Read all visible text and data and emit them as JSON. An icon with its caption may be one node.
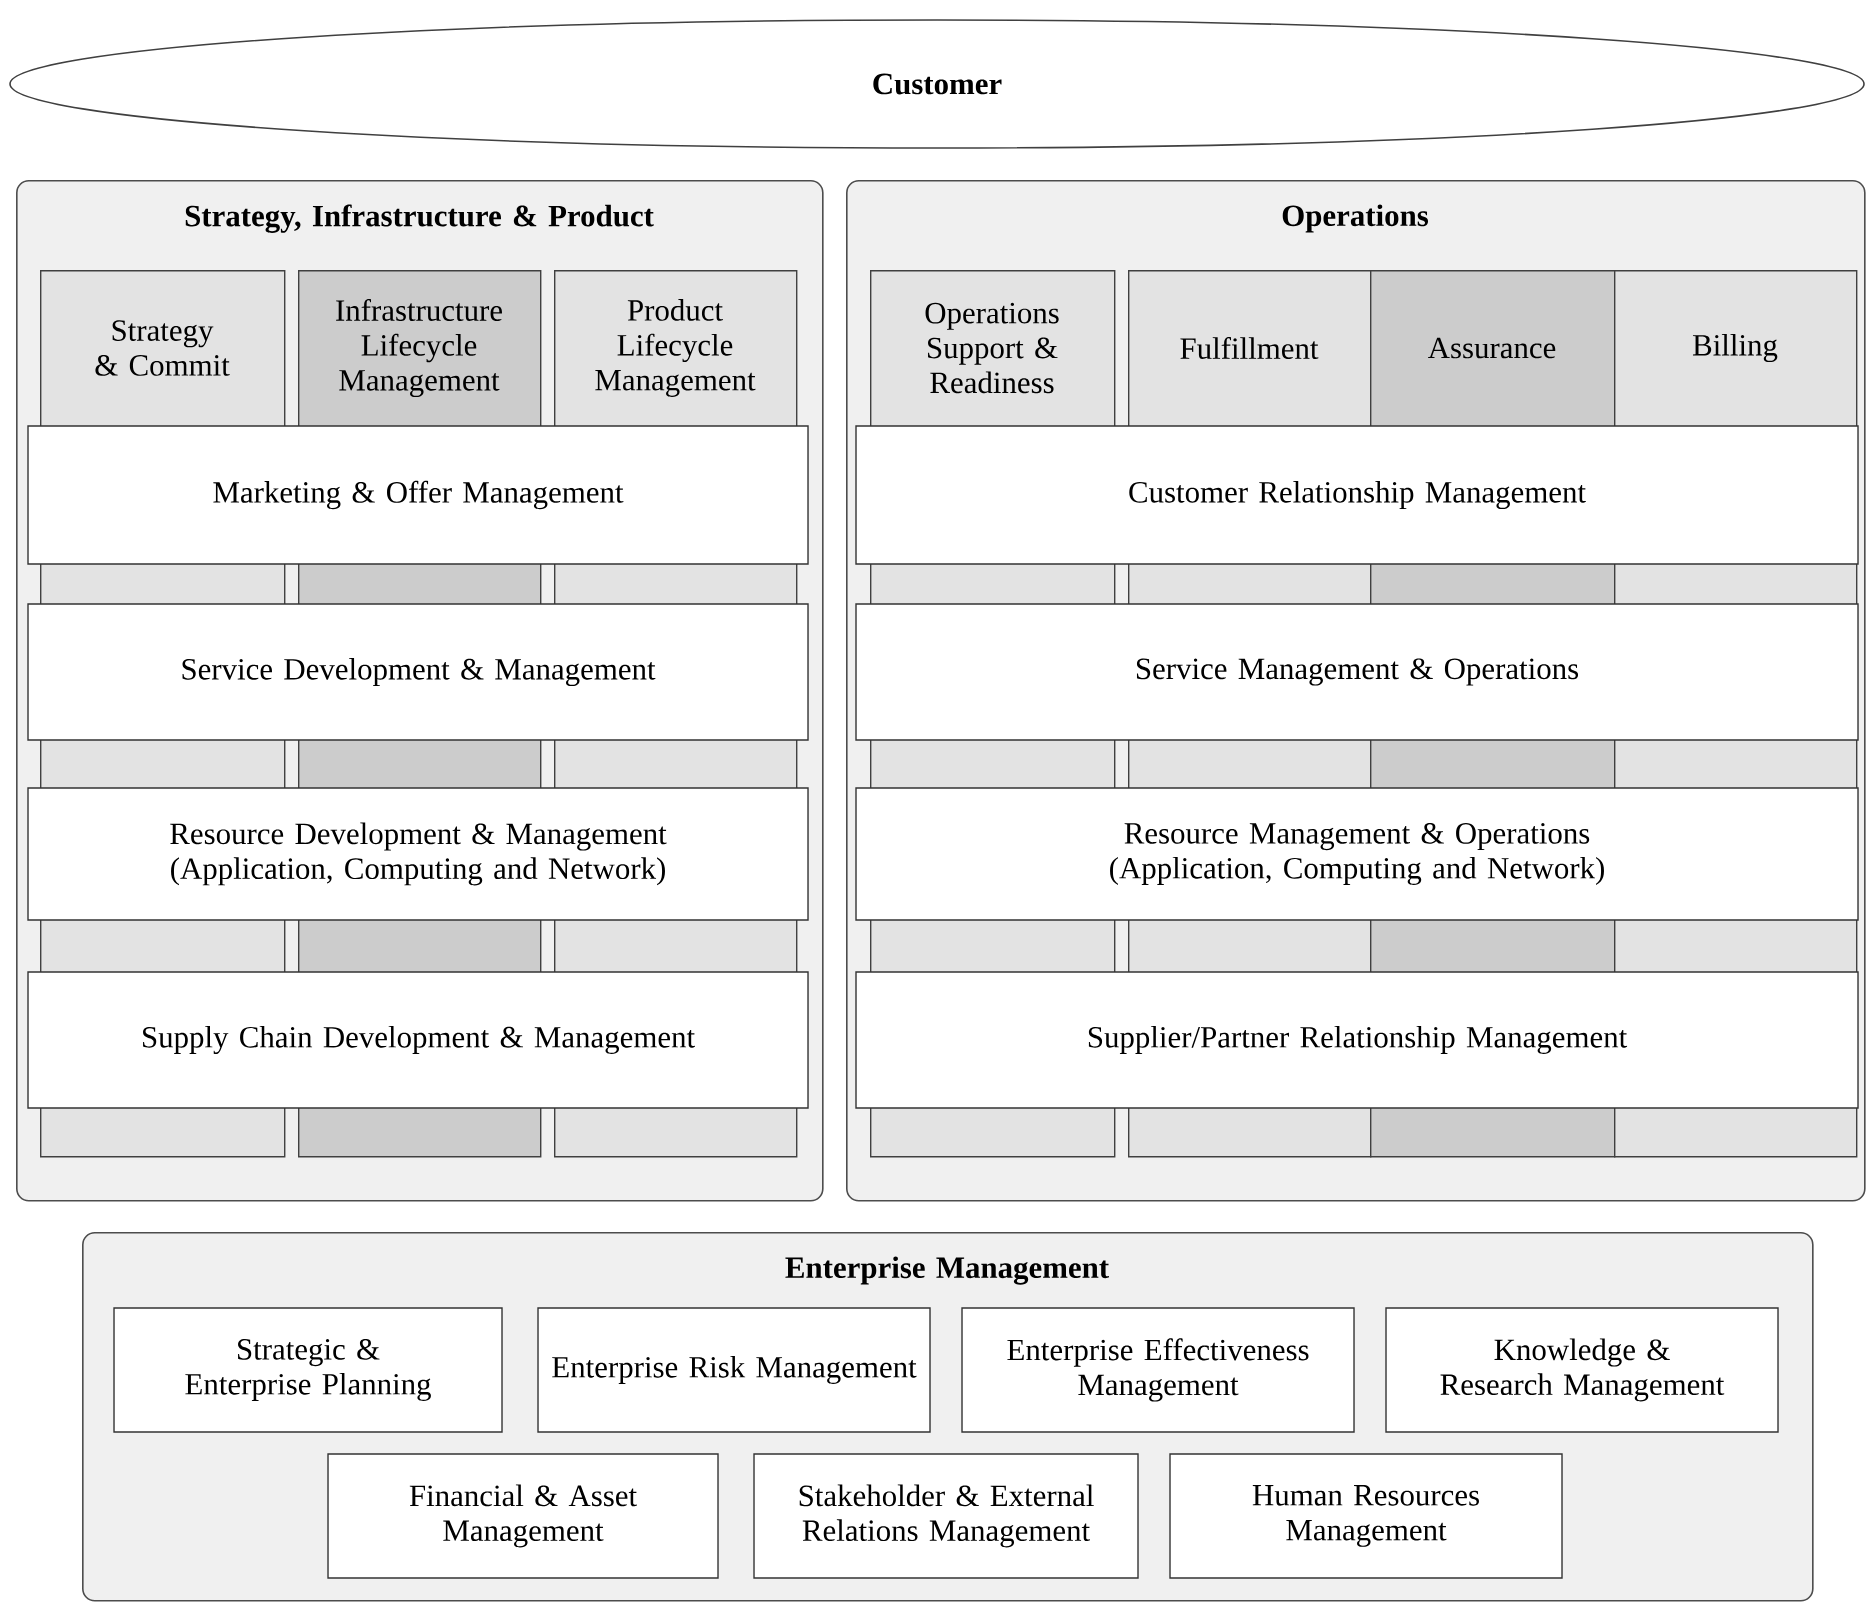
{
  "diagram": {
    "nodes": [
      {
        "text": [
          "Customer"
        ]
      },
      {
        "text": [
          "Strategy, Infrastructure & Product"
        ]
      },
      {
        "text": [
          "Strategy & Commit"
        ],
        "in": 1
      },
      {
        "text": [
          "Infrastructure Lifecycle Management"
        ],
        "in": 1
      },
      {
        "text": [
          "Product Lifecycle Management"
        ],
        "in": 1
      },
      {
        "text": [
          "Marketing & Offer Management"
        ],
        "in": 1
      },
      {
        "text": [
          "Service Development & Management"
        ],
        "in": 1
      },
      {
        "text": [
          "Resource Development & Management (Application, Computing and Network)"
        ],
        "in": 1
      },
      {
        "text": [
          "Supply Chain Development & Management"
        ],
        "in": 1
      },
      {
        "text": [
          "Operations"
        ]
      },
      {
        "text": [
          "Operations Support & Readiness"
        ],
        "in": 9
      },
      {
        "text": [
          "Fulfillment"
        ],
        "in": 9
      },
      {
        "text": [
          "Assurance"
        ],
        "in": 9
      },
      {
        "text": [
          "Billing"
        ],
        "in": 9
      },
      {
        "text": [
          "Customer Relationship Management"
        ],
        "in": 9
      },
      {
        "text": [
          "Service Management & Operations"
        ],
        "in": 9
      },
      {
        "text": [
          "Resource Management & Operations (Application, Computing and Network)"
        ],
        "in": 9
      },
      {
        "text": [
          "Supplier/Partner Relationship Management"
        ],
        "in": 9
      },
      {
        "text": [
          "Enterprise Management"
        ]
      },
      {
        "text": [
          "Strategic & Enterprise Planning"
        ],
        "in": 18
      },
      {
        "text": [
          "Enterprise Risk Management"
        ],
        "in": 18
      },
      {
        "text": [
          "Enterprise Effectiveness Management"
        ],
        "in": 18
      },
      {
        "text": [
          "Knowledge & Research Management"
        ],
        "in": 18
      },
      {
        "text": [
          "Financial & Asset Management"
        ],
        "in": 18
      },
      {
        "text": [
          "Stakeholder & External Relations Management"
        ],
        "in": 18
      },
      {
        "text": [
          "Human Resources Management"
        ],
        "in": 18
      }
    ]
  }
}
